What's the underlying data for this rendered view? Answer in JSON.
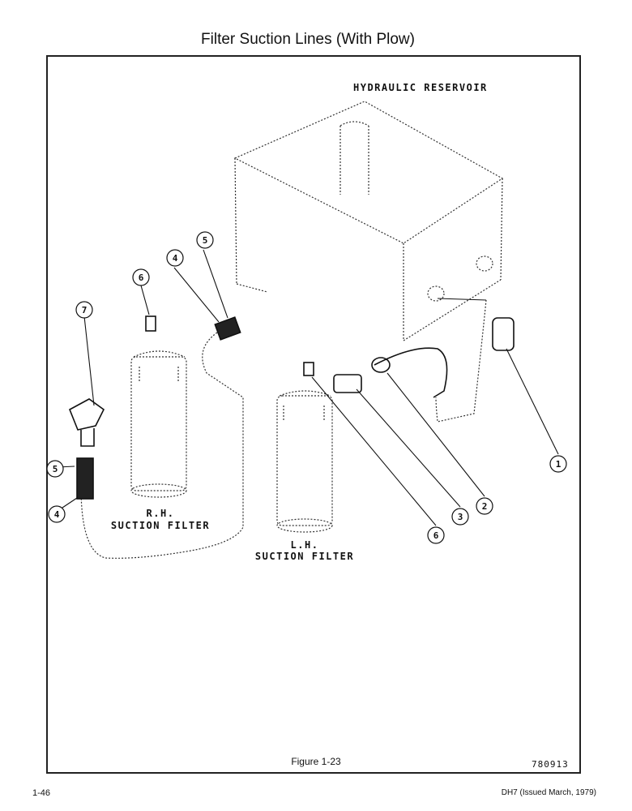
{
  "page": {
    "title": "Filter Suction Lines (With Plow)",
    "figure_caption": "Figure 1-23",
    "drawing_number": "780913",
    "page_number": "1-46",
    "document_ref": "DH7 (Issued March, 1979)"
  },
  "labels": {
    "reservoir": "HYDRAULIC RESERVOIR",
    "rh_filter_line1": "R.H.",
    "rh_filter_line2": "SUCTION FILTER",
    "lh_filter_line1": "L.H.",
    "lh_filter_line2": "SUCTION FILTER"
  },
  "callouts": [
    {
      "id": "c1",
      "text": "1"
    },
    {
      "id": "c2",
      "text": "2"
    },
    {
      "id": "c3",
      "text": "3"
    },
    {
      "id": "c4a",
      "text": "4"
    },
    {
      "id": "c4b",
      "text": "4"
    },
    {
      "id": "c5a",
      "text": "5"
    },
    {
      "id": "c5b",
      "text": "5"
    },
    {
      "id": "c6a",
      "text": "6"
    },
    {
      "id": "c6b",
      "text": "6"
    },
    {
      "id": "c7",
      "text": "7"
    }
  ]
}
